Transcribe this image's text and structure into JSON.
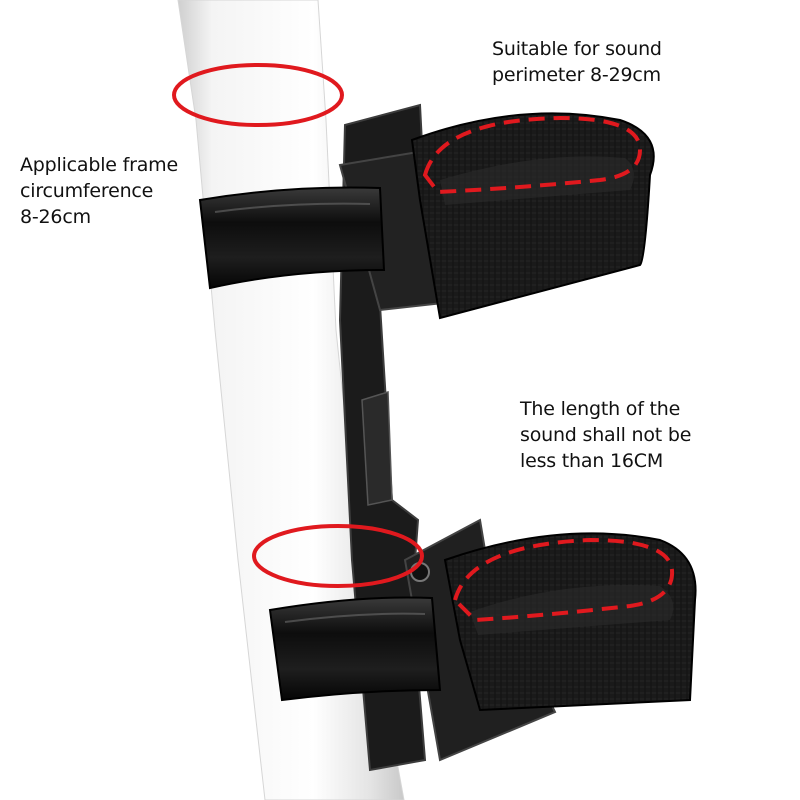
{
  "annotations": {
    "sound_perimeter": [
      "Suitable for sound",
      "perimeter 8-29cm"
    ],
    "frame_circumference": [
      "Applicable frame",
      "circumference",
      "8-26cm"
    ],
    "sound_length": [
      "The length of the",
      "sound shall not be",
      "less than 16CM"
    ]
  },
  "colors": {
    "marker_red": "#e0191e",
    "strap_black": "#141414",
    "pole_white": "#f1f1f1"
  }
}
